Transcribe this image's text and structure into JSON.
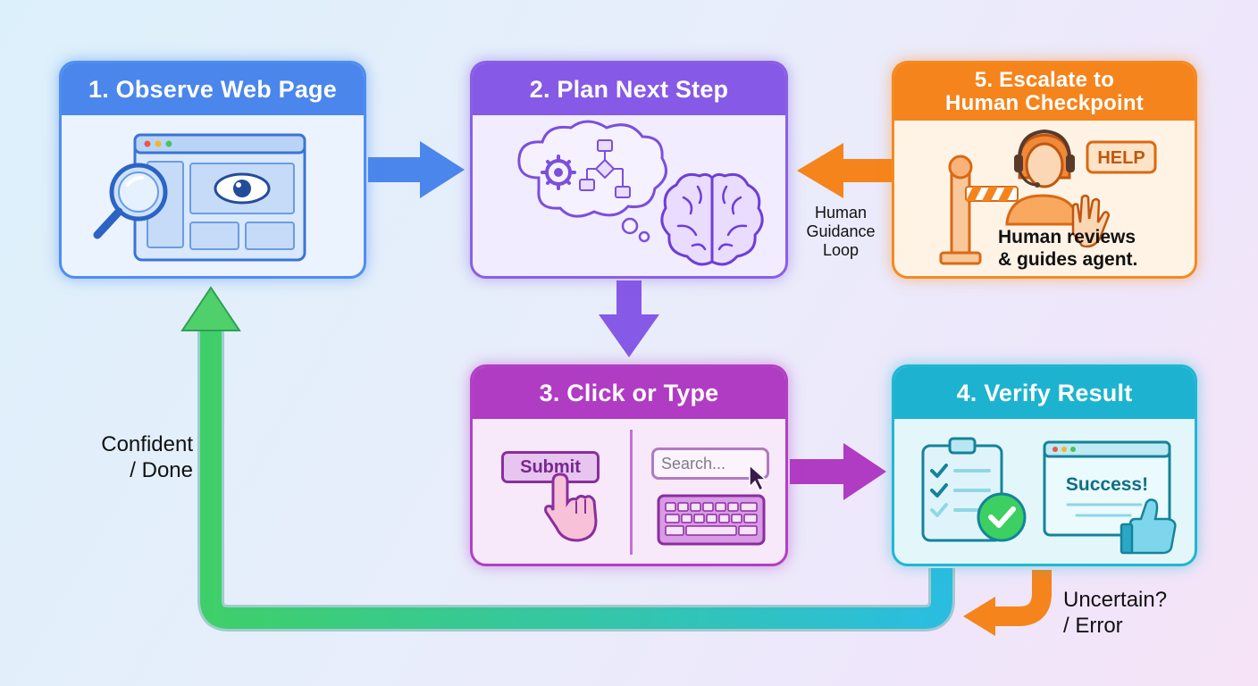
{
  "steps": {
    "observe": {
      "title": "1. Observe Web Page"
    },
    "plan": {
      "title": "2. Plan Next Step"
    },
    "act": {
      "title": "3. Click or Type",
      "button_label": "Submit",
      "search_placeholder": "Search..."
    },
    "verify": {
      "title": "4. Verify Result",
      "success_text": "Success!"
    },
    "escalate": {
      "title_line1": "5. Escalate to",
      "title_line2": "Human Checkpoint",
      "help_text": "HELP",
      "caption_line1": "Human reviews",
      "caption_line2": "& guides agent."
    }
  },
  "loops": {
    "human_guidance": {
      "line1": "Human",
      "line2": "Guidance",
      "line3": "Loop"
    },
    "confident": {
      "line1": "Confident",
      "line2": "/ Done"
    },
    "uncertain": {
      "line1": "Uncertain?",
      "line2": "/ Error"
    }
  },
  "colors": {
    "blue": "#4a86ec",
    "purple": "#8659e6",
    "magenta": "#b03cc3",
    "cyan": "#1db3d0",
    "orange": "#f5841c",
    "green": "#3fcf6a"
  }
}
